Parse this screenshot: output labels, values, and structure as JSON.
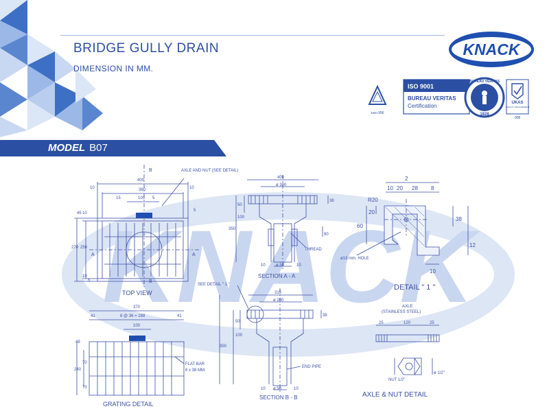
{
  "header": {
    "title": "BRIDGE GULLY DRAIN",
    "subtitle": "DIMENSION IN MM.",
    "model_label": "MODEL",
    "model_value": "B07"
  },
  "brand": {
    "logo_text": "KNACK",
    "watermark_text": "KNACK",
    "tis_label": "มอก.956",
    "iso_label": "ISO 9001",
    "bv_label_1": "BUREAU VERITAS",
    "bv_label_2": "Certification",
    "bv_ring_top": "BUREAU VERITAS",
    "bv_ring_year": "1828",
    "ukas_label": "UKAS",
    "ukas_sub": "QUALITY MANAGEMENT",
    "ukas_num": "008"
  },
  "colors": {
    "primary": "#2b4fa3",
    "line": "#3a4ea6",
    "watermark": "#c9d6f0",
    "triangle_dark": "#3d6fc4",
    "triangle_light": "#b9cdee"
  },
  "views": {
    "top": {
      "caption": "TOP  VIEW",
      "axle_note": "AXLE AND NUT (SEE DETAIL)",
      "section_mark": "B",
      "side_mark": "A",
      "dims": [
        "400",
        "380",
        "10",
        "10",
        "15",
        "100",
        "5",
        "45",
        "10",
        "5",
        "270",
        "250",
        "10",
        "5"
      ]
    },
    "section_a": {
      "caption": "SECTION  A - A",
      "thread": "THREAD",
      "dims": [
        "400",
        "ø 300",
        "38",
        "350",
        "100",
        "50",
        "90",
        "10",
        "ø 50",
        "10"
      ]
    },
    "detail": {
      "caption": "DETAIL \" 1 \"",
      "hole": "ø13 mm. HOLE",
      "dims": [
        "2",
        "10",
        "20",
        "28",
        "8",
        "R20",
        "20",
        "60",
        "38",
        "12",
        "10"
      ]
    },
    "section_b": {
      "caption": "SECTION  B - B",
      "see_detail": "SEE DETAIL \" 1 \"",
      "end_pipe": "END PIPE",
      "dims": [
        "315",
        "ø 200",
        "38",
        "350",
        "100",
        "50",
        "10",
        "ø 50",
        "10"
      ]
    },
    "grating": {
      "caption": "GRATING  DETAIL",
      "flat_bar_1": "FLAT BAR",
      "flat_bar_2": "8 x 38 MM.",
      "dims": [
        "370",
        "41",
        "8 @ 36 = 288",
        "41",
        "100",
        "48",
        "240",
        "70",
        "70"
      ]
    },
    "axle": {
      "caption": "AXLE & NUT  DETAIL",
      "axle_1": "AXLE",
      "axle_2": "(STAINLESS STEEL)",
      "dims": [
        "25",
        "120",
        "25",
        "NUT 1/2\"",
        "ø 1/2\""
      ]
    }
  }
}
